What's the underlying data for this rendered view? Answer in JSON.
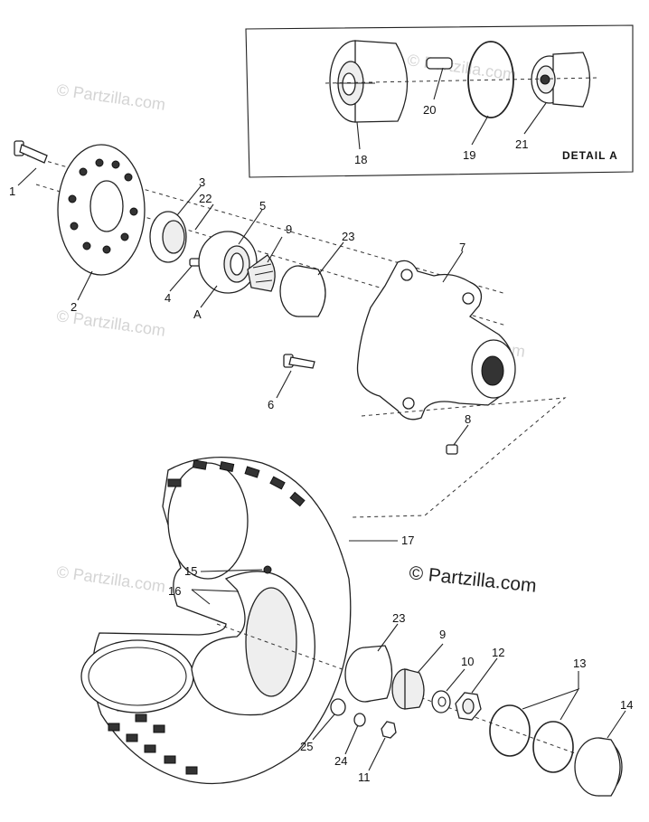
{
  "watermark": "© Partzilla.com",
  "copyright": "© Partzilla.com",
  "detail_label": "DETAIL A",
  "callouts": {
    "p1": "1",
    "p2": "2",
    "p3": "3",
    "p4": "4",
    "p5": "5",
    "p6": "6",
    "p7": "7",
    "p8": "8",
    "p9a": "9",
    "p9b": "9",
    "p10": "10",
    "p11": "11",
    "p12": "12",
    "p13": "13",
    "p14": "14",
    "p15": "15",
    "p16": "16",
    "p17": "17",
    "p18": "18",
    "p19": "19",
    "p20": "20",
    "p21": "21",
    "p22": "22",
    "p23a": "23",
    "p23b": "23",
    "p24": "24",
    "p25": "25",
    "pA": "A"
  }
}
